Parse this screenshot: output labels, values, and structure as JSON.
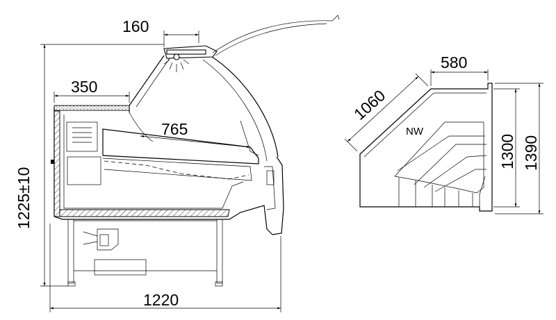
{
  "side_view": {
    "dimensions": {
      "top_width": "160",
      "shelf_width": "350",
      "glass_depth": "765",
      "height": "1225±10",
      "total_width": "1220"
    }
  },
  "corner_view": {
    "dimensions": {
      "top_depth": "580",
      "diagonal": "1060",
      "inner_height": "1300",
      "outer_height": "1390"
    },
    "label": "NW"
  }
}
